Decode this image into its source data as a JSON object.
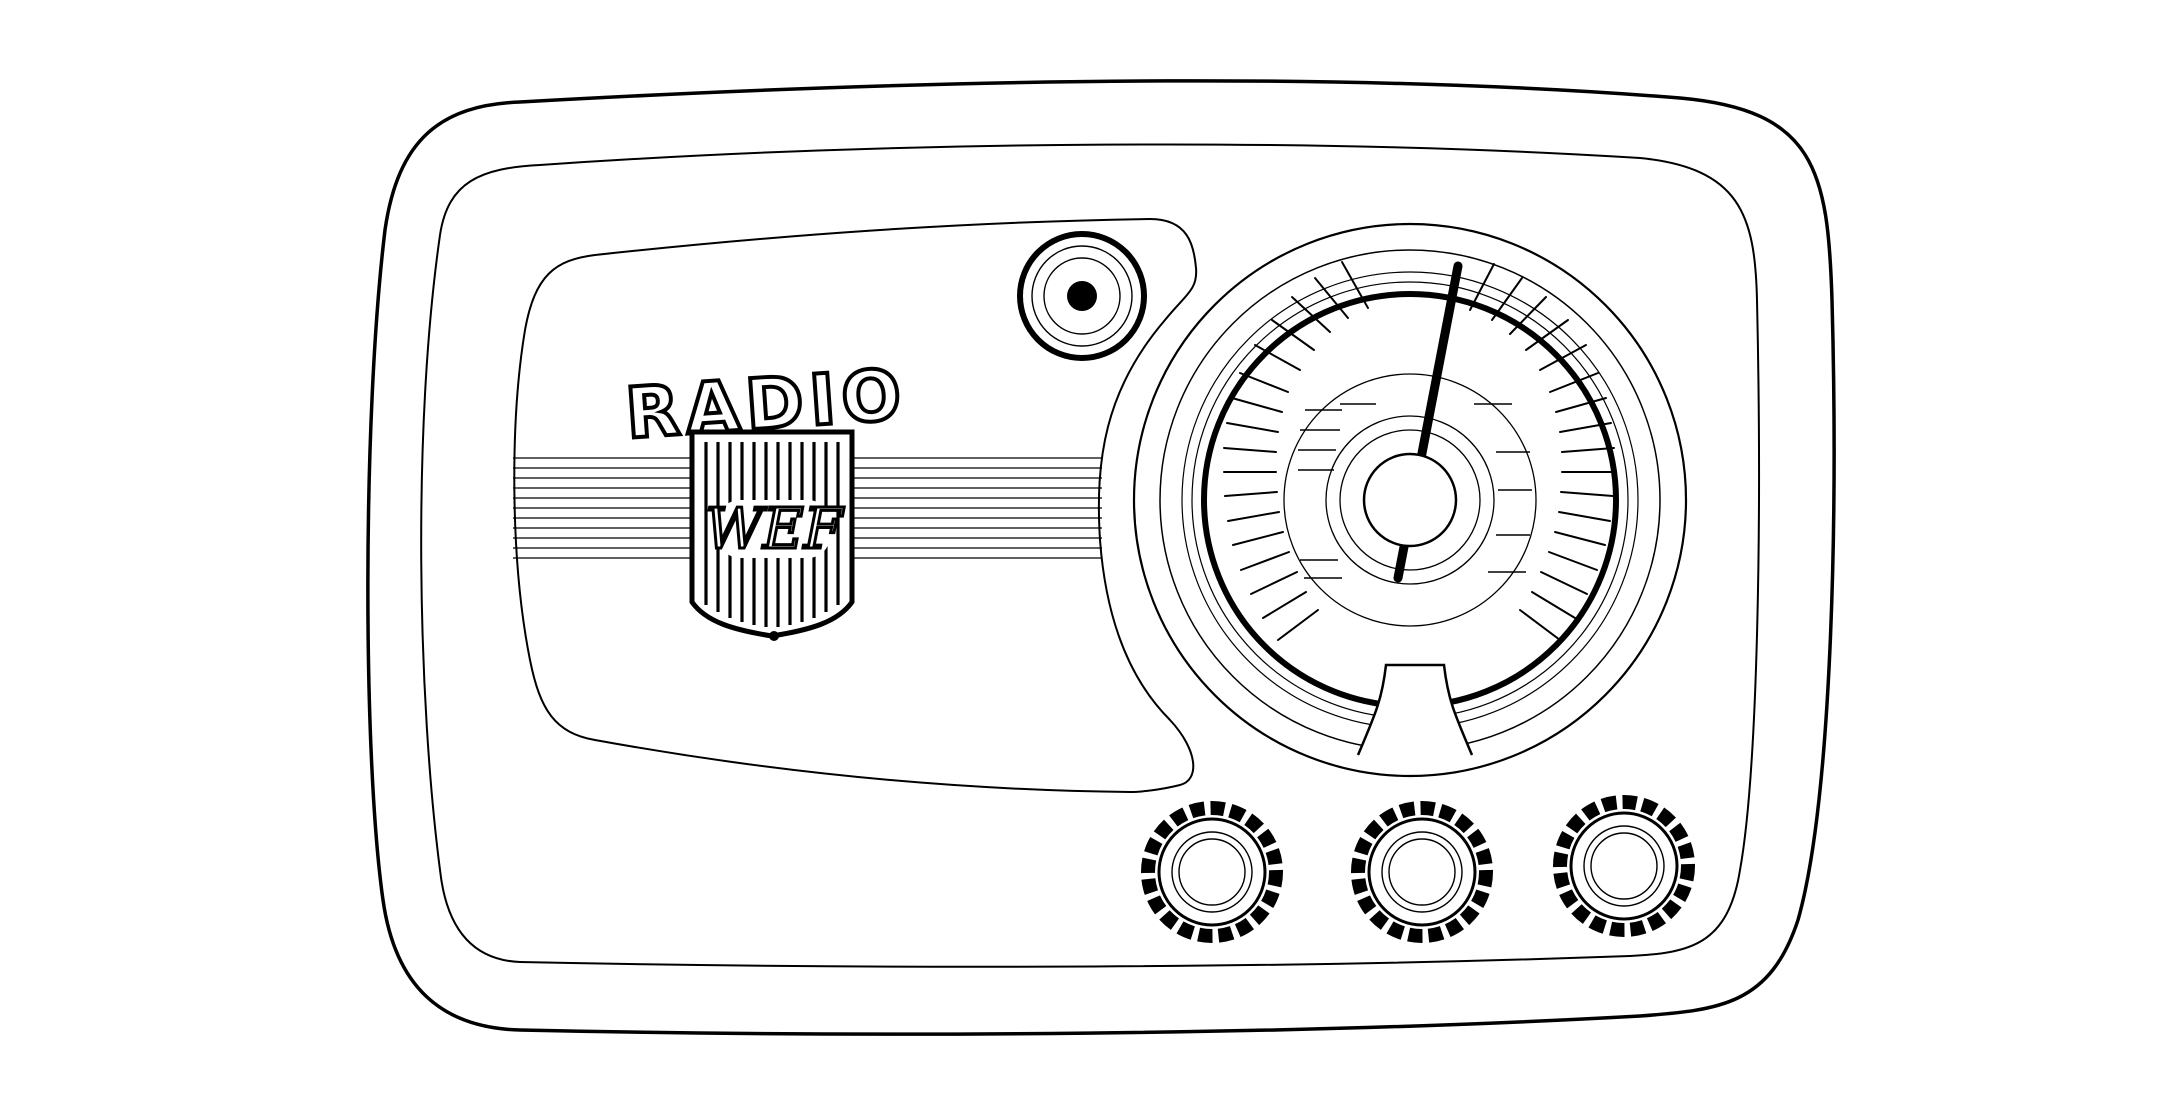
{
  "logo": {
    "wordmark": "RADIO",
    "monogram": "WEF"
  },
  "colors": {
    "background": "#ffffff",
    "ink": "#000000"
  },
  "controls": {
    "knob_count": 3,
    "indicator_light": "on"
  }
}
